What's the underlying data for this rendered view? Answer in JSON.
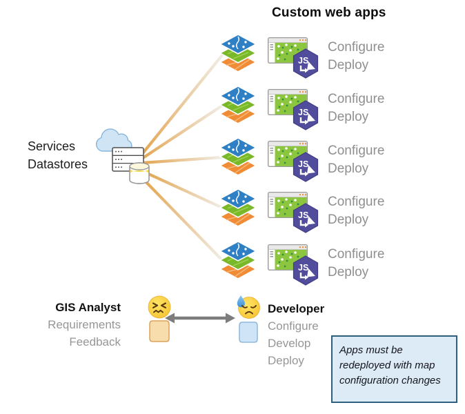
{
  "title": "Custom web apps",
  "services": {
    "line1": "Services",
    "line2": "Datastores"
  },
  "app_rows": [
    {
      "actions": [
        "Configure",
        "Deploy"
      ]
    },
    {
      "actions": [
        "Configure",
        "Deploy"
      ]
    },
    {
      "actions": [
        "Configure",
        "Deploy"
      ]
    },
    {
      "actions": [
        "Configure",
        "Deploy"
      ]
    },
    {
      "actions": [
        "Configure",
        "Deploy"
      ]
    }
  ],
  "people": {
    "analyst": {
      "name": "GIS Analyst",
      "tasks": [
        "Requirements",
        "Feedback"
      ]
    },
    "developer": {
      "name": "Developer",
      "tasks": [
        "Configure",
        "Develop",
        "Deploy"
      ]
    }
  },
  "note": "Apps must be redeployed with map configuration changes",
  "icons": {
    "source": [
      "cloud-icon",
      "server-icon",
      "database-icon"
    ],
    "app": [
      "map-layers-icon",
      "map-app-window-icon",
      "js-sdk-hexagon-icon"
    ],
    "analyst_face": "confounded-face-emoji",
    "developer_face": "downcast-face-with-sweat-emoji",
    "between_people": "double-headed-arrow"
  },
  "colors": {
    "connector_start": "#e3a44e",
    "connector_end": "#f0ede6",
    "js_badge": "#514c9c",
    "layer_blue": "#2e7fc4",
    "layer_green": "#79b829",
    "layer_orange": "#ef8c35",
    "gray_text": "#8f8f8f",
    "note_bg": "#dcebf5",
    "note_border": "#2e5f7d",
    "arrow_gray": "#7d7d7d"
  }
}
